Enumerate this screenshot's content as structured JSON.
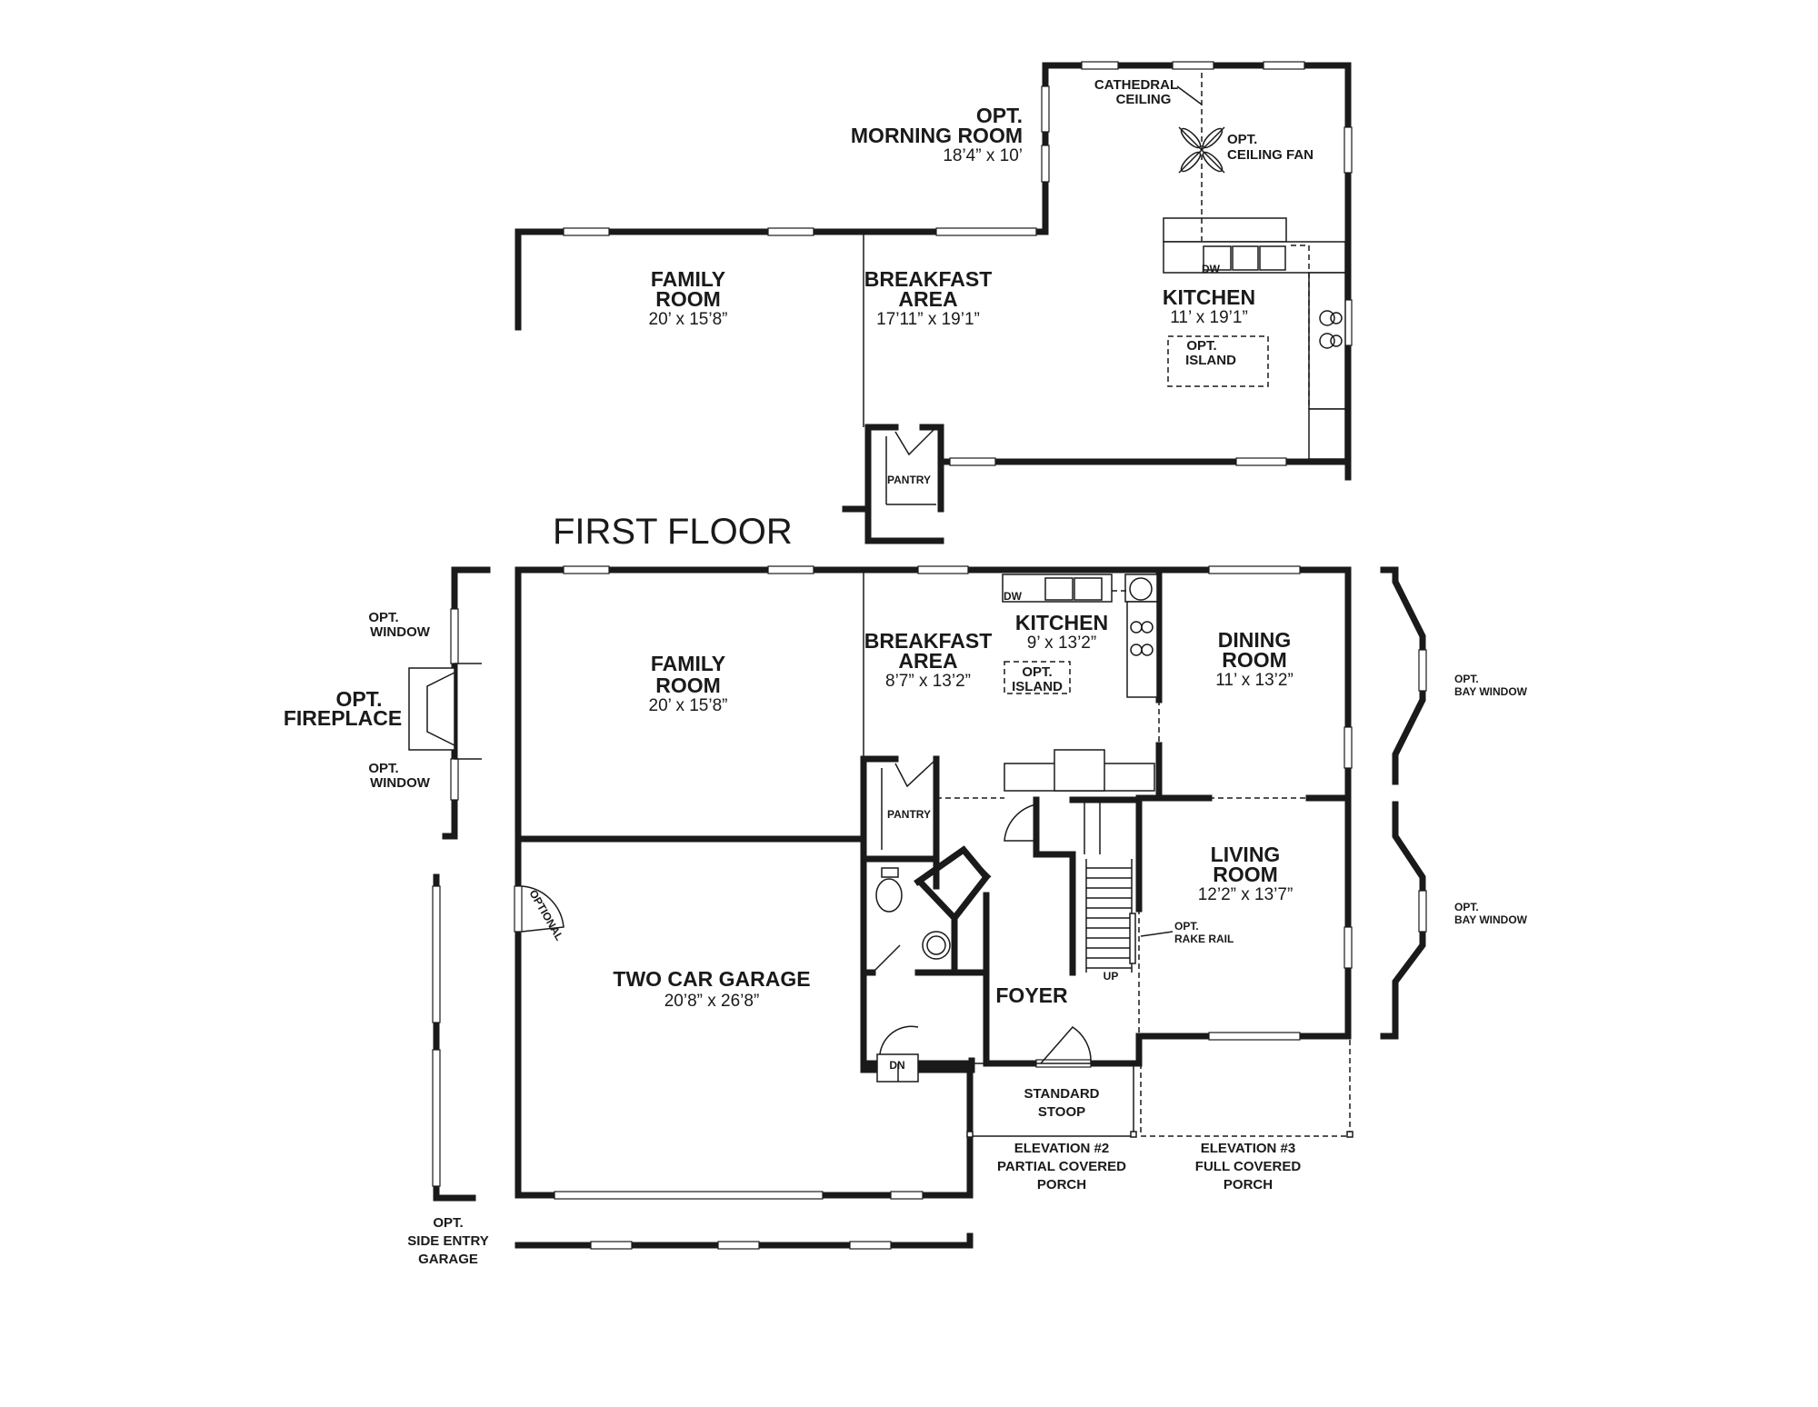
{
  "upper_option": {
    "morning_room": {
      "name_1": "OPT.",
      "name_2": "MORNING ROOM",
      "dim": "18’4” x 10’"
    },
    "cathedral_ceiling": {
      "line_1": "CATHEDRAL",
      "line_2": "CEILING"
    },
    "ceiling_fan": {
      "line_1": "OPT.",
      "line_2": "CEILING FAN"
    },
    "family_room": {
      "name_1": "FAMILY",
      "name_2": "ROOM",
      "dim": "20’ x 15’8”"
    },
    "breakfast_area": {
      "name_1": "BREAKFAST",
      "name_2": "AREA",
      "dim": "17’11” x 19’1”"
    },
    "kitchen": {
      "name": "KITCHEN",
      "dim": "11’ x 19’1”"
    },
    "island": {
      "line_1": "OPT.",
      "line_2": "ISLAND"
    },
    "pantry": "PANTRY",
    "dw": "DW"
  },
  "floor_title": "FIRST FLOOR",
  "first_floor": {
    "family_room": {
      "name_1": "FAMILY",
      "name_2": "ROOM",
      "dim": "20’ x 15’8”"
    },
    "breakfast_area": {
      "name_1": "BREAKFAST",
      "name_2": "AREA",
      "dim": "8’7” x 13’2”"
    },
    "kitchen": {
      "name": "KITCHEN",
      "dim": "9’ x 13’2”"
    },
    "island": {
      "line_1": "OPT.",
      "line_2": "ISLAND"
    },
    "dining_room": {
      "name_1": "DINING",
      "name_2": "ROOM",
      "dim": "11’ x 13’2”"
    },
    "living_room": {
      "name_1": "LIVING",
      "name_2": "ROOM",
      "dim": "12’2” x 13’7”"
    },
    "pantry": "PANTRY",
    "garage": {
      "name": "TWO CAR GARAGE",
      "dim": "20’8” x 26’8”"
    },
    "foyer": "FOYER",
    "optional_door": "OPTIONAL",
    "rake_rail": {
      "line_1": "OPT.",
      "line_2": "RAKE RAIL"
    },
    "up": "UP",
    "dn": "DN",
    "dw": "DW",
    "stoop": {
      "line_1": "STANDARD",
      "line_2": "STOOP"
    },
    "elevation_2": {
      "line_1": "ELEVATION #2",
      "line_2": "PARTIAL COVERED",
      "line_3": "PORCH"
    },
    "elevation_3": {
      "line_1": "ELEVATION #3",
      "line_2": "FULL COVERED",
      "line_3": "PORCH"
    }
  },
  "options": {
    "window_top": {
      "line_1": "OPT.",
      "line_2": "WINDOW"
    },
    "fireplace": {
      "line_1": "OPT.",
      "line_2": "FIREPLACE"
    },
    "window_bottom": {
      "line_1": "OPT.",
      "line_2": "WINDOW"
    },
    "bay_window_1": {
      "line_1": "OPT.",
      "line_2": "BAY WINDOW"
    },
    "bay_window_2": {
      "line_1": "OPT.",
      "line_2": "BAY WINDOW"
    },
    "side_entry_garage": {
      "line_1": "OPT.",
      "line_2": "SIDE ENTRY",
      "line_3": "GARAGE"
    }
  }
}
